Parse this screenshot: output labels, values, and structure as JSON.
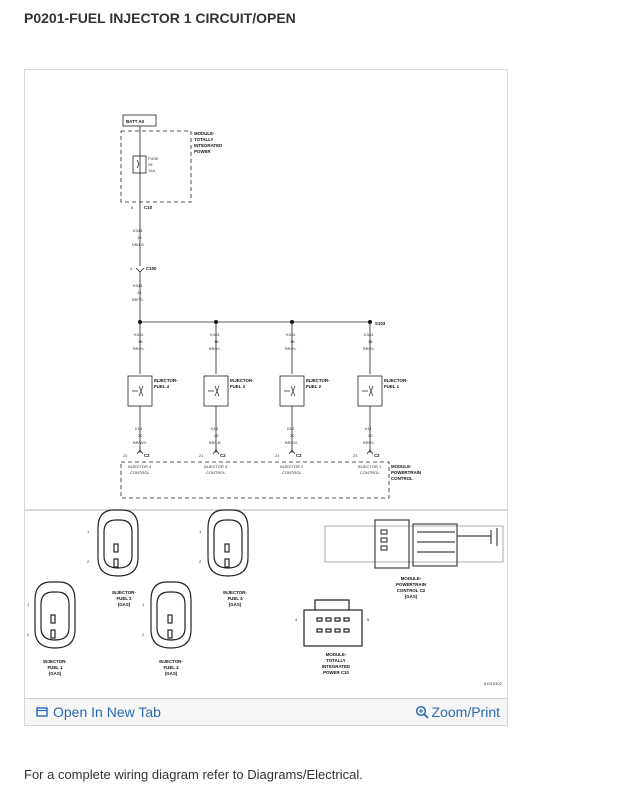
{
  "page": {
    "title": "P0201-FUEL INJECTOR 1 CIRCUIT/OPEN"
  },
  "diagram": {
    "batt": "BATT A0",
    "tipm": [
      "MODULE-",
      "TOTALLY",
      "INTEGRATED",
      "POWER"
    ],
    "fuse": [
      "FUSE",
      "26",
      "15A"
    ],
    "c10": "C10",
    "c10_pin": "5",
    "wire_upper": [
      "K343",
      "18",
      "DB/LG"
    ],
    "c100_pin": "4",
    "c100": "C100",
    "wire_lower": [
      "K343",
      "18",
      "BR/YL"
    ],
    "splice": "S103",
    "branches": [
      {
        "wire_in": [
          "K343",
          "18",
          "BR/YL"
        ],
        "injector": [
          "INJECTOR-",
          "FUEL 4"
        ],
        "wire_out": [
          "K14",
          "20",
          "BR/WH"
        ],
        "pin": "22",
        "connector": "C2",
        "ctrl": [
          "INJECTOR 4",
          "CONTROL"
        ]
      },
      {
        "wire_in": [
          "K343",
          "18",
          "BR/YL"
        ],
        "injector": [
          "INJECTOR-",
          "FUEL 3"
        ],
        "wire_out": [
          "K13",
          "20",
          "BR/LB"
        ],
        "pin": "21",
        "connector": "C2",
        "ctrl": [
          "INJECTOR 3",
          "CONTROL"
        ]
      },
      {
        "wire_in": [
          "K343",
          "18",
          "BR/YL"
        ],
        "injector": [
          "INJECTOR-",
          "FUEL 2"
        ],
        "wire_out": [
          "K12",
          "20",
          "BR/DG"
        ],
        "pin": "24",
        "connector": "C2",
        "ctrl": [
          "INJECTOR 2",
          "CONTROL"
        ]
      },
      {
        "wire_in": [
          "K343",
          "18",
          "BR/YL"
        ],
        "injector": [
          "INJECTOR-",
          "FUEL 1"
        ],
        "wire_out": [
          "K11",
          "20",
          "BR/YL"
        ],
        "pin": "23",
        "connector": "C2",
        "ctrl": [
          "INJECTOR 1",
          "CONTROL"
        ]
      }
    ],
    "pcm": [
      "MODULE-",
      "POWERTRAIN",
      "CONTROL"
    ],
    "conn_views": {
      "inj1": [
        "INJECTOR-",
        "FUEL 1",
        "(GAS)"
      ],
      "inj2": [
        "INJECTOR-",
        "FUEL 2",
        "(GAS)"
      ],
      "inj3": [
        "INJECTOR-",
        "FUEL 3",
        "(GAS)"
      ],
      "inj4": [
        "INJECTOR-",
        "FUEL 4",
        "(GAS)"
      ],
      "tipm_c10": [
        "MODULE-",
        "TOTALLY",
        "INTEGRATED",
        "POWER C10"
      ],
      "pcm_c2": [
        "MODULE-",
        "POWERTRAIN",
        "CONTROL C2",
        "(GAS)"
      ],
      "pin1": "1",
      "pin2": "2",
      "pin4": "4",
      "pin5": "5",
      "ref": "81010302"
    }
  },
  "actions": {
    "open_tab": "Open In New Tab",
    "zoom_print": "Zoom/Print"
  },
  "footer": {
    "text": "For a complete wiring diagram refer to Diagrams/Electrical."
  },
  "colors": {
    "link": "#2a6ab2"
  }
}
